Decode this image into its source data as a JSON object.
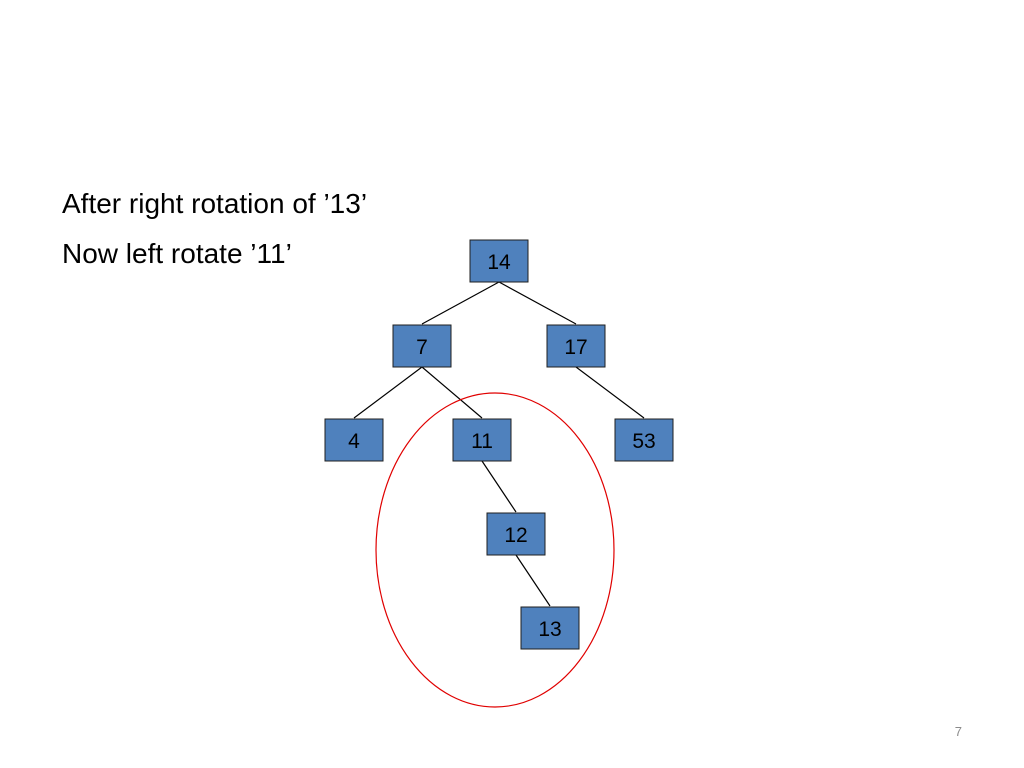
{
  "slide": {
    "line1": "After right rotation of ’13’",
    "line2": "Now left rotate ’11’",
    "page_number": "7"
  },
  "colors": {
    "node_fill": "#4f81bd",
    "node_stroke": "#1f1f1f",
    "edge": "#000000",
    "highlight_ellipse": "#e00000"
  },
  "tree": {
    "nodes": {
      "n14": "14",
      "n7": "7",
      "n17": "17",
      "n4": "4",
      "n11": "11",
      "n53": "53",
      "n12": "12",
      "n13": "13"
    },
    "edges": [
      [
        "n14",
        "n7"
      ],
      [
        "n14",
        "n17"
      ],
      [
        "n7",
        "n4"
      ],
      [
        "n7",
        "n11"
      ],
      [
        "n17",
        "n53"
      ],
      [
        "n11",
        "n12"
      ],
      [
        "n12",
        "n13"
      ]
    ],
    "highlight": "circled subtree rooted at 11 (11, 12, 13)"
  }
}
